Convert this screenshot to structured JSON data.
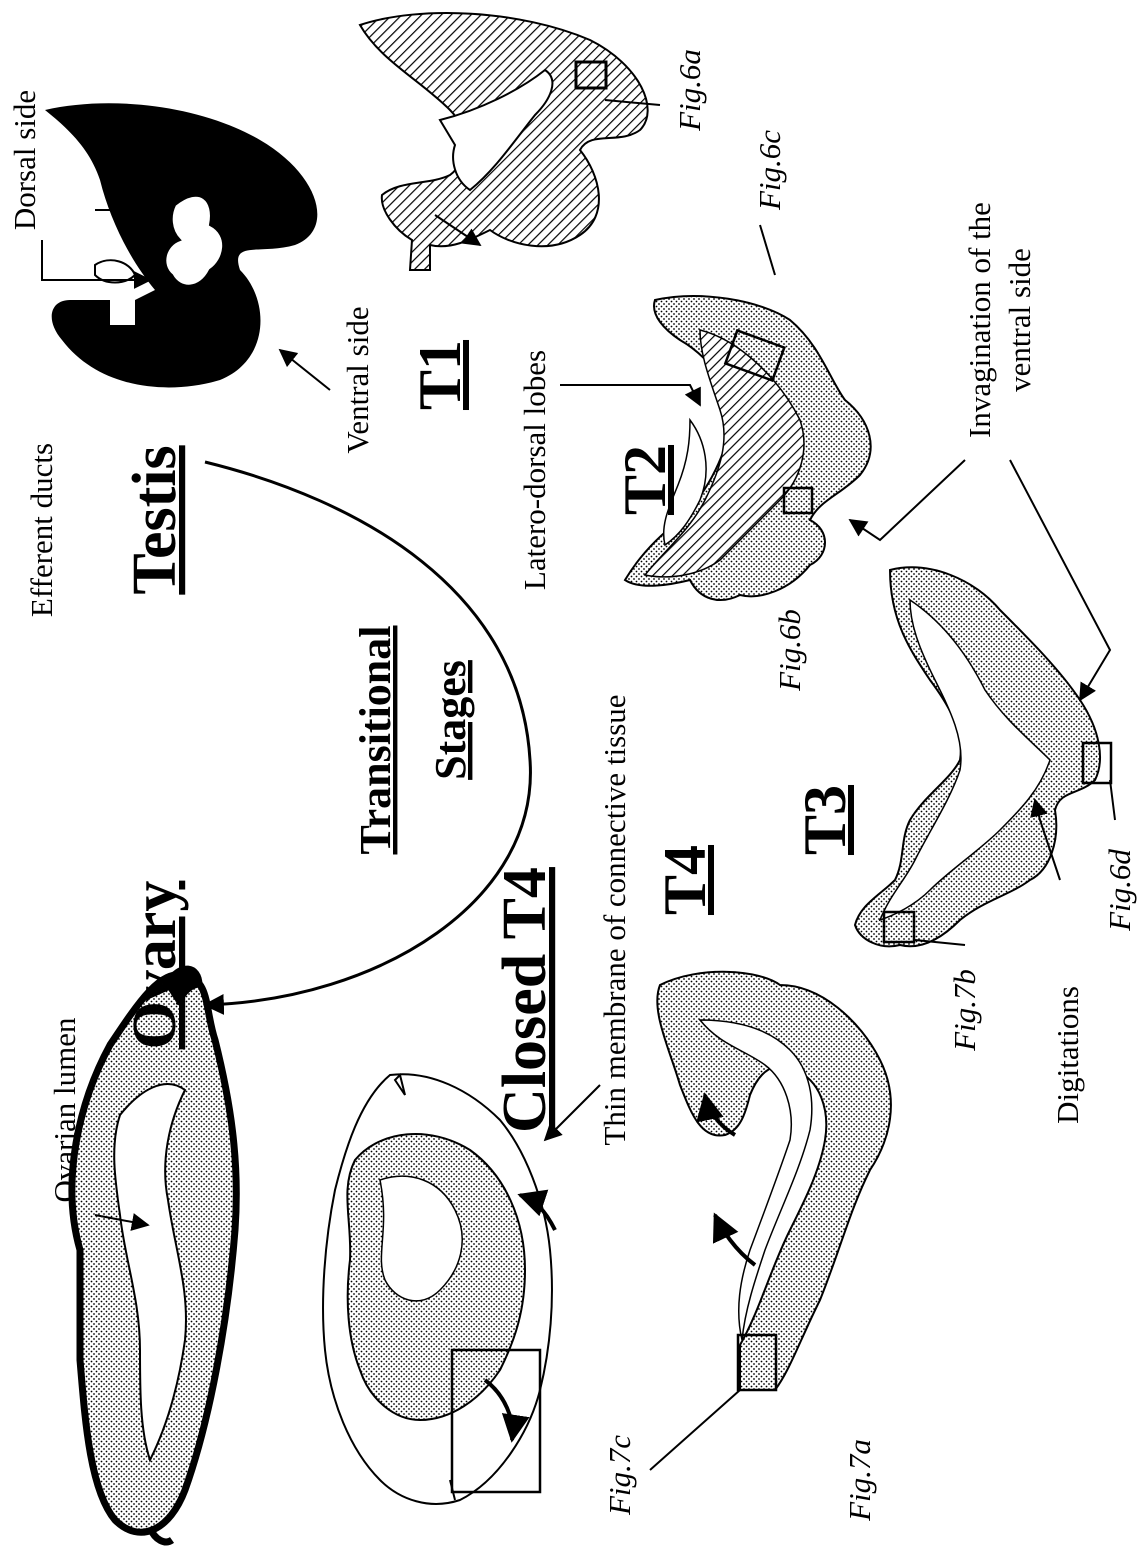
{
  "titles": {
    "testis": "Testis",
    "ovary": "Ovary",
    "transitional": "Transitional",
    "stages": "Stages",
    "closed_t4": "Closed T4"
  },
  "stages": {
    "t1": "T1",
    "t2": "T2",
    "t3": "T3",
    "t4": "T4"
  },
  "annotations": {
    "dorsal_side": "Dorsal side",
    "efferent_ducts": "Efferent ducts",
    "ventral_side": "Ventral side",
    "latero_dorsal_lobes": "Latero-dorsal lobes",
    "invagination_line1": "Invagination of the",
    "invagination_line2": "ventral side",
    "digitations": "Digitations",
    "thin_membrane": "Thin membrane of connective tissue",
    "ovarian_lumen": "Ovarian lumen"
  },
  "figure_refs": {
    "fig6a": "Fig.6a",
    "fig6b": "Fig.6b",
    "fig6c": "Fig.6c",
    "fig6d": "Fig.6d",
    "fig7a": "Fig.7a",
    "fig7b": "Fig.7b",
    "fig7c": "Fig.7c"
  }
}
